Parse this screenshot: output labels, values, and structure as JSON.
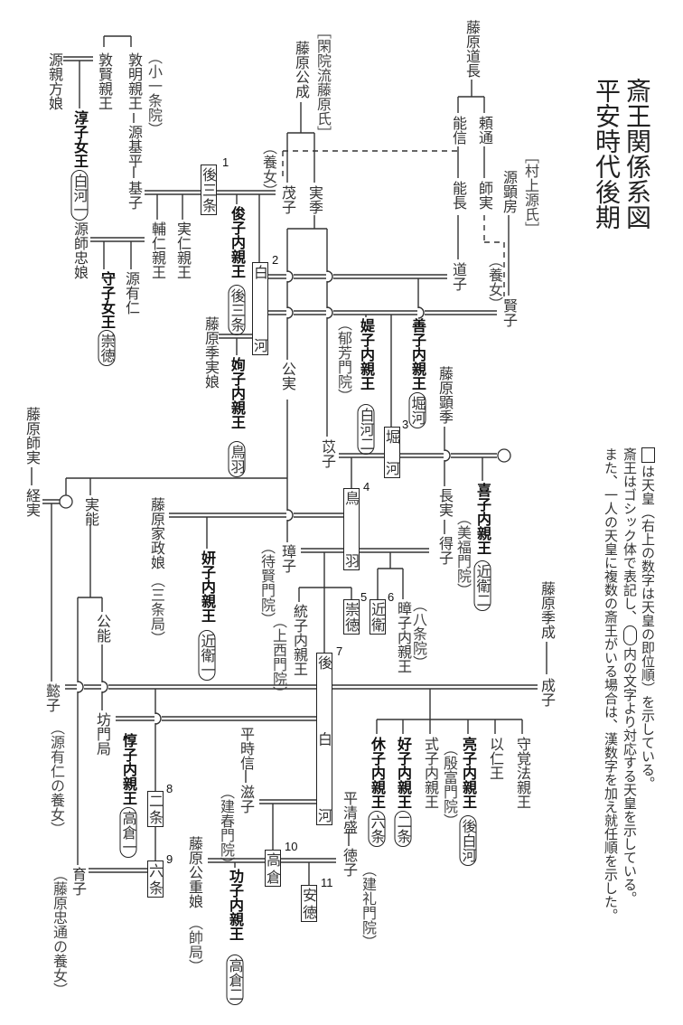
{
  "title": {
    "line1": "斎王関係系図",
    "line2": "平安時代後期"
  },
  "legend": {
    "line1": "は天皇（右上の数字は天皇の即位順）を示している。",
    "line2a": "斎王はゴシック体で表記し、",
    "line2b": "内の文字より対応する天皇を示している。",
    "line3": "また、一人の天皇に複数の斎王がいる場合は、漢数字を加え就任順を示した。"
  },
  "clans": {
    "kan_in": "［閑院流藤原氏］",
    "murakami": "［村上源氏］"
  },
  "people": {
    "michinaga": "藤原道長",
    "yorimichi": "頼通",
    "yoshinobu": "能信",
    "morozane": "師実",
    "yoshinaga": "能長",
    "akifusa": "源顕房",
    "michiko": "道子",
    "kenshi": "賢子",
    "kinnari": "藤原公成",
    "sanesue": "実季",
    "shigeko": "茂子",
    "motoko": "基子",
    "atsuakira": "敦明親王",
    "motohira": "源基平",
    "atsukata": "敦賢親王",
    "chikakata_musume": "源親方娘",
    "morotada_musume": "源師忠娘",
    "arihito": "源有仁",
    "sukehito": "輔仁親王",
    "sanehito": "実仁親王",
    "suezane_musume": "藤原季実娘",
    "kinzane": "公実",
    "ishi": "苡子",
    "akisue": "藤原顕季",
    "nagazane": "長実",
    "nariko": "得子",
    "morozane2": "藤原師実",
    "tsunezane": "経実",
    "saneyoshi": "実能",
    "iemasa_musume": "藤原家政娘",
    "tamako": "璋子",
    "akiko": "暲子内親王",
    "muneko": "統子内親王",
    "kinyoshi": "公能",
    "bomon": "坊門局",
    "yoshiko_i": "懿子",
    "ikushi": "育子",
    "tokinobu": "平時信",
    "shigeko2": "滋子",
    "kinshige_musume": "藤原公重娘",
    "kiyomori": "平清盛",
    "tokuko": "徳子",
    "suenari": "藤原季成",
    "seishi": "成子",
    "shokushi": "式子内親王",
    "mochihito": "以仁王",
    "shukaku": "守覚法親王"
  },
  "notes": {
    "koichijoin": "（小一条院）",
    "yojo1": "（養女）",
    "yojo2": "（養女）",
    "ikuhomonin": "（郁芳門院）",
    "bifukumonin": "（美福門院）",
    "taikenmonin": "（待賢門院）",
    "josaimonin": "（上西門院）",
    "hachijoin": "（八条院）",
    "sanjo_tsubone": "（三条局）",
    "arihito_yojo": "（源有仁の養女）",
    "tadamichi_yojo": "（藤原忠通の養女）",
    "kenshunmonin": "（建春門院）",
    "sochi_tsubone": "（帥局）",
    "kenreimonin": "（建礼門院）",
    "impumonin": "（殷富門院）"
  },
  "emperors": [
    {
      "name": "後三条",
      "order": "1"
    },
    {
      "name": "白河",
      "order": "2"
    },
    {
      "name": "堀河",
      "order": "3"
    },
    {
      "name": "鳥羽",
      "order": "4"
    },
    {
      "name": "崇徳",
      "order": "5"
    },
    {
      "name": "近衛",
      "order": "6"
    },
    {
      "name": "後白河",
      "order": "7"
    },
    {
      "name": "二条",
      "order": "8"
    },
    {
      "name": "六条",
      "order": "9"
    },
    {
      "name": "高倉",
      "order": "10"
    },
    {
      "name": "安徳",
      "order": "11"
    }
  ],
  "saio": [
    {
      "name": "淳子女王",
      "emperor": "白河一"
    },
    {
      "name": "守子女王",
      "emperor": "崇徳"
    },
    {
      "name": "俊子内親王",
      "emperor": "後三条"
    },
    {
      "name": "姰子内親王",
      "emperor": "鳥羽"
    },
    {
      "name": "媞子内親王",
      "emperor": "白河二"
    },
    {
      "name": "善子内親王",
      "emperor": "堀河"
    },
    {
      "name": "喜子内親王",
      "emperor": "近衛二"
    },
    {
      "name": "妍子内親王",
      "emperor": "近衛一"
    },
    {
      "name": "惇子内親王",
      "emperor": "高倉一"
    },
    {
      "name": "休子内親王",
      "emperor": "六条"
    },
    {
      "name": "好子内親王",
      "emperor": "二条"
    },
    {
      "name": "亮子内親王",
      "emperor": "後白河"
    },
    {
      "name": "功子内親王",
      "emperor": "高倉二"
    }
  ]
}
